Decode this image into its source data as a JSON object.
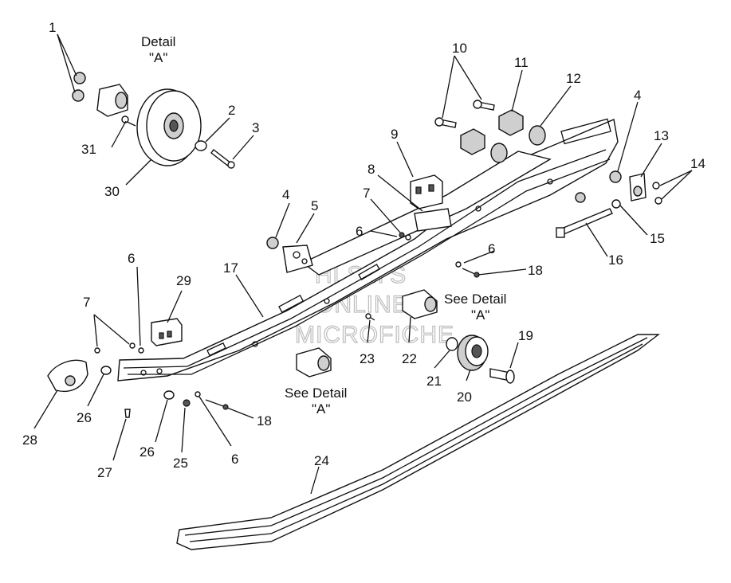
{
  "part_labels": [
    "1",
    "2",
    "3",
    "4",
    "4",
    "5",
    "6",
    "6",
    "6",
    "6",
    "7",
    "7",
    "8",
    "9",
    "10",
    "11",
    "12",
    "13",
    "14",
    "15",
    "16",
    "17",
    "18",
    "18",
    "19",
    "20",
    "21",
    "22",
    "23",
    "24",
    "25",
    "26",
    "26",
    "27",
    "28",
    "29",
    "30",
    "31"
  ],
  "detail_labels": {
    "top_detail_line1": "Detail",
    "top_detail_line2": "\"A\"",
    "see_detail_right_line1": "See Detail",
    "see_detail_right_line2": "\"A\"",
    "see_detail_bottom_line1": "See Detail",
    "see_detail_bottom_line2": "\"A\""
  },
  "watermark": {
    "line1": "HLSM'S",
    "line2": "ONLINE",
    "line3": "MICROFICHE"
  }
}
